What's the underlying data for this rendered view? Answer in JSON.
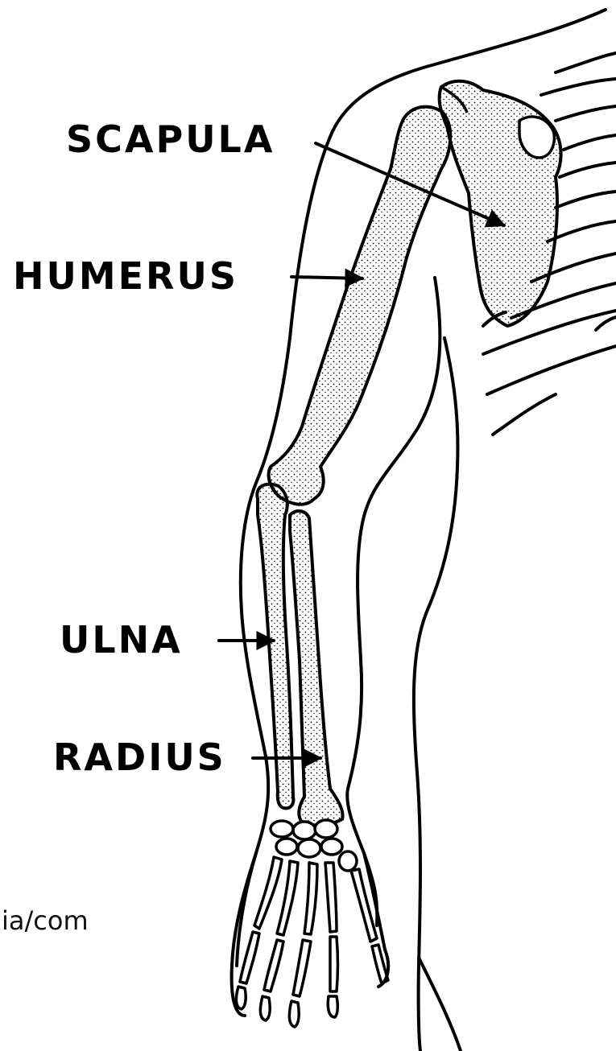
{
  "diagram": {
    "labels": {
      "scapula": "SCAPULA",
      "humerus": "HUMERUS",
      "ulna": "ULNA",
      "radius": "RADIUS"
    },
    "credit": "ia/com",
    "colors": {
      "ink": "#000000",
      "background": "#ffffff"
    }
  }
}
